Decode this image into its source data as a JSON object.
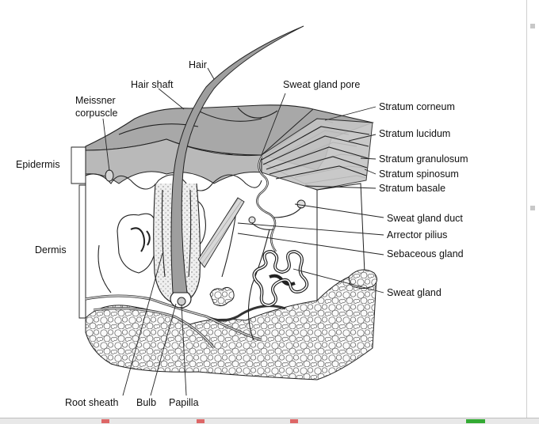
{
  "labels": {
    "hair": "Hair",
    "hair_shaft": "Hair shaft",
    "meissner": [
      "Meissner",
      "corpuscle"
    ],
    "sweat_gland_pore": "Sweat gland pore",
    "stratum_corneum": "Stratum corneum",
    "stratum_lucidum": "Stratum lucidum",
    "stratum_granulosum": "Stratum granulosum",
    "stratum_spinosum": "Stratum spinosum",
    "stratum_basale": "Stratum basale",
    "epidermis": "Epidermis",
    "dermis": "Dermis",
    "sweat_gland_duct": "Sweat gland duct",
    "arrector_pilius": "Arrector pilius",
    "sebaceous_gland": "Sebaceous gland",
    "sweat_gland": "Sweat gland",
    "root_sheath": "Root sheath",
    "bulb": "Bulb",
    "papilla": "Papilla"
  },
  "colors": {
    "epidermis_fill": "#a8a8a8",
    "epidermis_top": "#bdbdbd",
    "fat_fill": "#f4f4f4",
    "ink": "#222222"
  }
}
